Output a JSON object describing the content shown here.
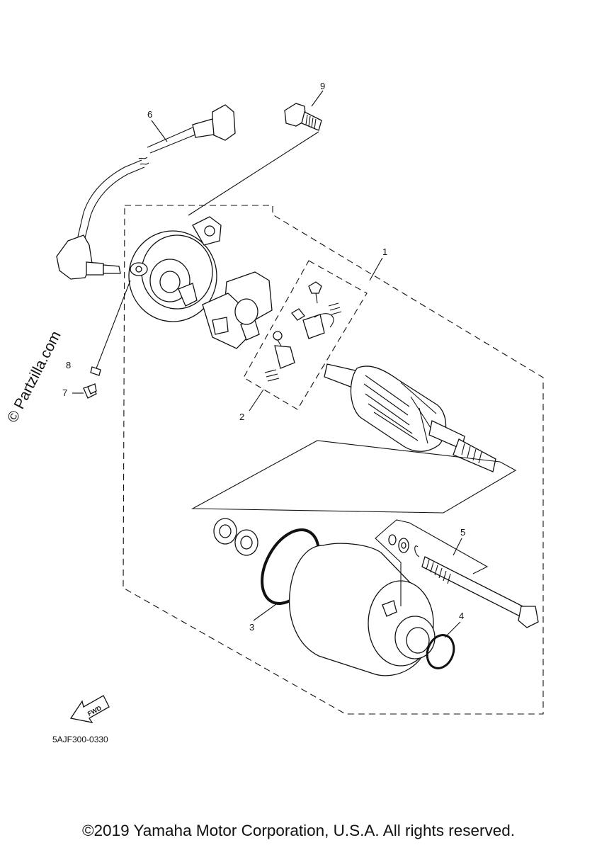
{
  "diagram": {
    "callouts": [
      "1",
      "2",
      "3",
      "4",
      "5",
      "6",
      "7",
      "8",
      "9"
    ],
    "diagram_code": "5AJF300-0330",
    "fwd_label": "FWD",
    "watermark": "© Partzilla.com",
    "copyright": "©2019 Yamaha Motor Corporation, U.S.A. All rights reserved."
  }
}
